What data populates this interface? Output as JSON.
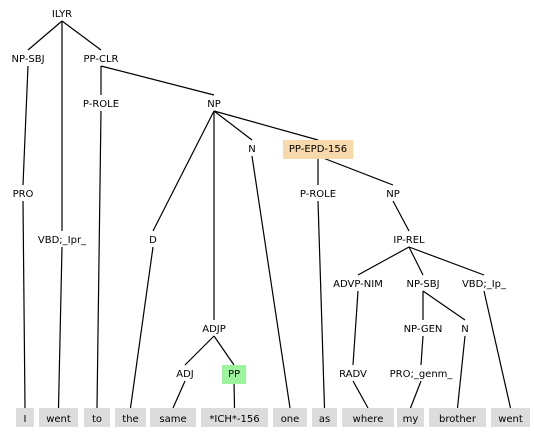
{
  "highlight_colors": {
    "orange": "#f7d9ab",
    "green": "#9cf59c",
    "leaf": "#dcdcdc"
  },
  "nodes": {
    "root": "ILYR",
    "np_sbj": "NP-SBJ",
    "pp_clr": "PP-CLR",
    "pro": "PRO",
    "vbd_1": "VBD;_Ipr_",
    "p_role_1": "P-ROLE",
    "np_1": "NP",
    "d": "D",
    "n_1": "N",
    "pp_epd": "PP-EPD-156",
    "p_role_2": "P-ROLE",
    "np_2": "NP",
    "ip_rel": "IP-REL",
    "advp_nim": "ADVP-NIM",
    "np_sbj_2": "NP-SBJ",
    "vbd_2": "VBD;_Ip_",
    "np_gen": "NP-GEN",
    "n_2": "N",
    "adjp": "ADJP",
    "adj": "ADJ",
    "pp": "PP",
    "radv": "RADV",
    "pro_genm": "PRO;_genm_"
  },
  "leaves": [
    "I",
    "went",
    "to",
    "the",
    "same",
    "*ICH*-156",
    "one",
    "as",
    "where",
    "my",
    "brother",
    "went"
  ]
}
